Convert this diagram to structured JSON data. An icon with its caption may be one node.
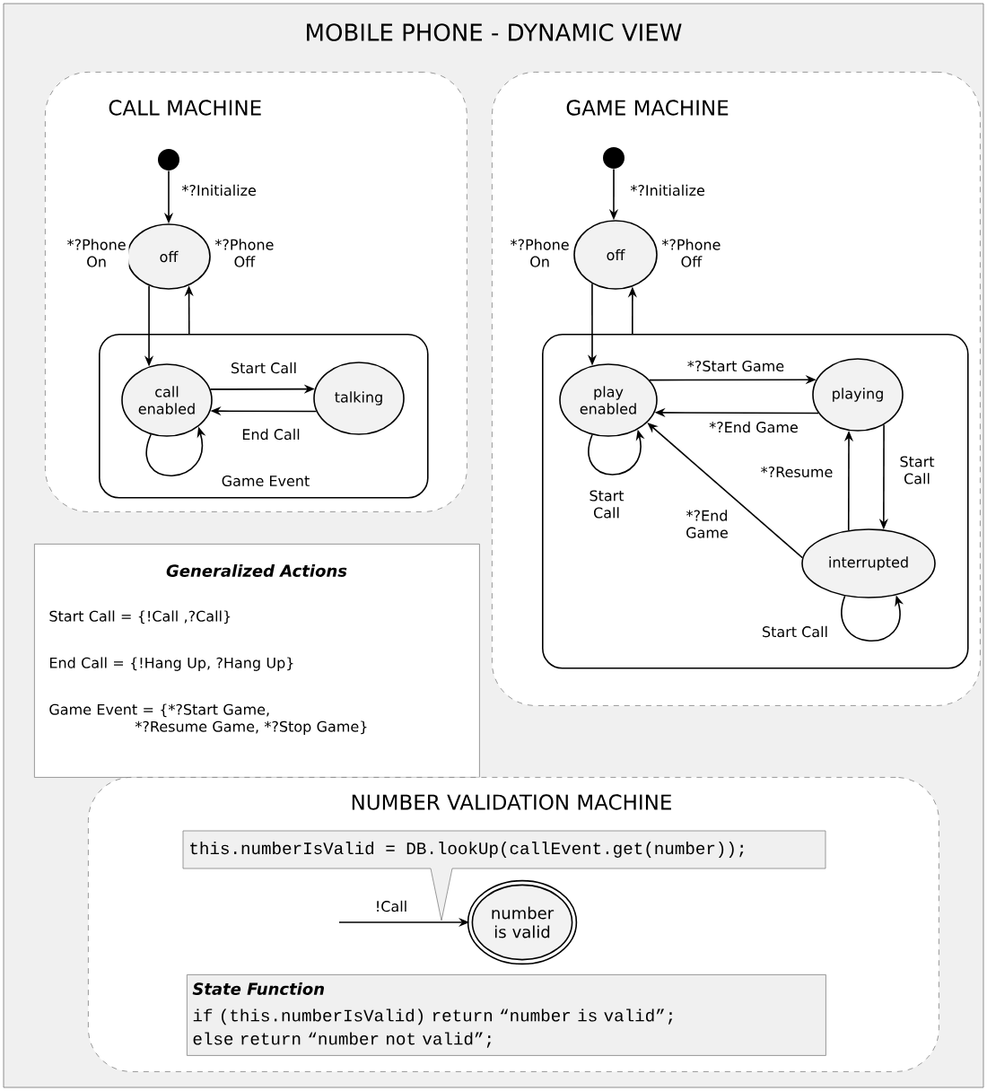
{
  "diagram": {
    "title": "MOBILE PHONE - DYNAMIC VIEW",
    "nodes": [
      {
        "text": [
          "CALL MACHINE"
        ]
      },
      {
        "text": [],
        "shape": "circle",
        "in": 0
      },
      {
        "text": [
          "off"
        ],
        "in": 0
      },
      {
        "text": [],
        "shape": "box",
        "in": 0
      },
      {
        "text": [
          "call enabled"
        ],
        "in": 3
      },
      {
        "text": [
          "talking"
        ],
        "in": 3
      },
      {
        "text": [
          "GAME MACHINE"
        ]
      },
      {
        "text": [],
        "shape": "circle",
        "in": 6
      },
      {
        "text": [
          "off"
        ],
        "in": 6
      },
      {
        "text": [],
        "shape": "box",
        "in": 6
      },
      {
        "text": [
          "play enabled"
        ],
        "in": 9
      },
      {
        "text": [
          "playing"
        ],
        "in": 9
      },
      {
        "text": [
          "interrupted"
        ],
        "in": 9
      },
      {
        "text": [
          "Generalized Actions",
          "Start Call =  {!Call ,?Call}",
          "End Call = {!Hang Up, ?Hang Up}",
          "Game Event = {*?Start Game, *?Resume Game, *?Stop Game}"
        ]
      },
      {
        "text": [
          "NUMBER VALIDATION MACHINE"
        ]
      },
      {
        "text": [
          "this.numberIsValid = DB.lookUp(callEvent.get(number));"
        ],
        "in": 14
      },
      {
        "text": [
          "number is valid"
        ],
        "in": 14
      },
      {
        "text": [
          "State Function",
          "if (this.numberIsValid) return “number is valid”; else return “number not valid”;"
        ],
        "in": 14
      }
    ],
    "edges": [
      {
        "from": 1,
        "to": 2,
        "arrow": "to",
        "label": "*?Initialize"
      },
      {
        "from": 2,
        "to": 4,
        "arrow": "to",
        "label": "*?Phone On"
      },
      {
        "from": 3,
        "to": 2,
        "arrow": "to",
        "label": "*?Phone Off"
      },
      {
        "from": 4,
        "to": 5,
        "arrow": "to",
        "label": "Start Call"
      },
      {
        "from": 5,
        "to": 4,
        "arrow": "to",
        "label": "End Call"
      },
      {
        "from": 4,
        "to": 4,
        "arrow": "to",
        "label": "Game Event"
      },
      {
        "from": 7,
        "to": 8,
        "arrow": "to",
        "label": "*?Initialize"
      },
      {
        "from": 8,
        "to": 10,
        "arrow": "to",
        "label": "*?Phone On"
      },
      {
        "from": 9,
        "to": 8,
        "arrow": "to",
        "label": "*?Phone Off"
      },
      {
        "from": 10,
        "to": 11,
        "arrow": "to",
        "label": "*?Start Game"
      },
      {
        "from": 11,
        "to": 10,
        "arrow": "to",
        "label": "*?End Game"
      },
      {
        "from": 10,
        "to": 10,
        "arrow": "to",
        "label": "Start Call"
      },
      {
        "from": 11,
        "to": 12,
        "arrow": "to",
        "label": "Start Call"
      },
      {
        "from": 12,
        "to": 11,
        "arrow": "to",
        "label": "*?Resume"
      },
      {
        "from": 12,
        "to": 10,
        "arrow": "to",
        "label": "*?End Game"
      },
      {
        "from": 12,
        "to": 12,
        "arrow": "to",
        "label": "Start Call"
      },
      {
        "from": null,
        "to": 16,
        "arrow": "to",
        "label": "!Call"
      }
    ]
  }
}
